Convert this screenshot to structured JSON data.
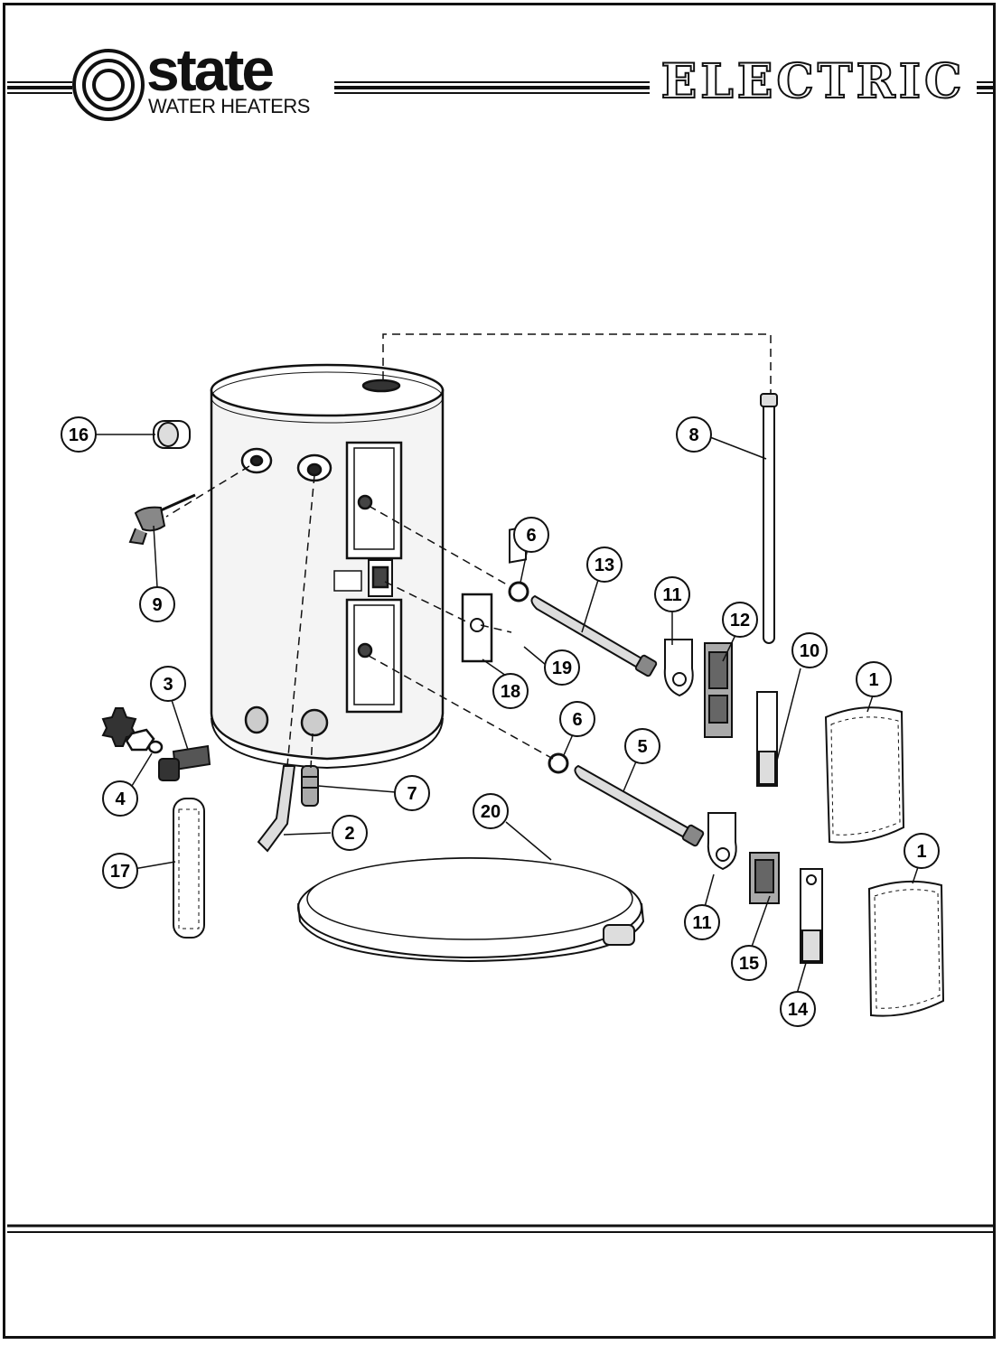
{
  "header": {
    "brand": "state",
    "brand_sub": "WATER HEATERS",
    "title": "ELECTRIC"
  },
  "callouts": [
    {
      "id": "c16",
      "label": "16"
    },
    {
      "id": "c8",
      "label": "8"
    },
    {
      "id": "c9",
      "label": "9"
    },
    {
      "id": "c6a",
      "label": "6"
    },
    {
      "id": "c13",
      "label": "13"
    },
    {
      "id": "c11a",
      "label": "11"
    },
    {
      "id": "c12",
      "label": "12"
    },
    {
      "id": "c10",
      "label": "10"
    },
    {
      "id": "c1a",
      "label": "1"
    },
    {
      "id": "c19",
      "label": "19"
    },
    {
      "id": "c18",
      "label": "18"
    },
    {
      "id": "c3",
      "label": "3"
    },
    {
      "id": "c6b",
      "label": "6"
    },
    {
      "id": "c5",
      "label": "5"
    },
    {
      "id": "c4",
      "label": "4"
    },
    {
      "id": "c7",
      "label": "7"
    },
    {
      "id": "c20",
      "label": "20"
    },
    {
      "id": "c2",
      "label": "2"
    },
    {
      "id": "c1b",
      "label": "1"
    },
    {
      "id": "c17",
      "label": "17"
    },
    {
      "id": "c11b",
      "label": "11"
    },
    {
      "id": "c15",
      "label": "15"
    },
    {
      "id": "c14",
      "label": "14"
    }
  ]
}
